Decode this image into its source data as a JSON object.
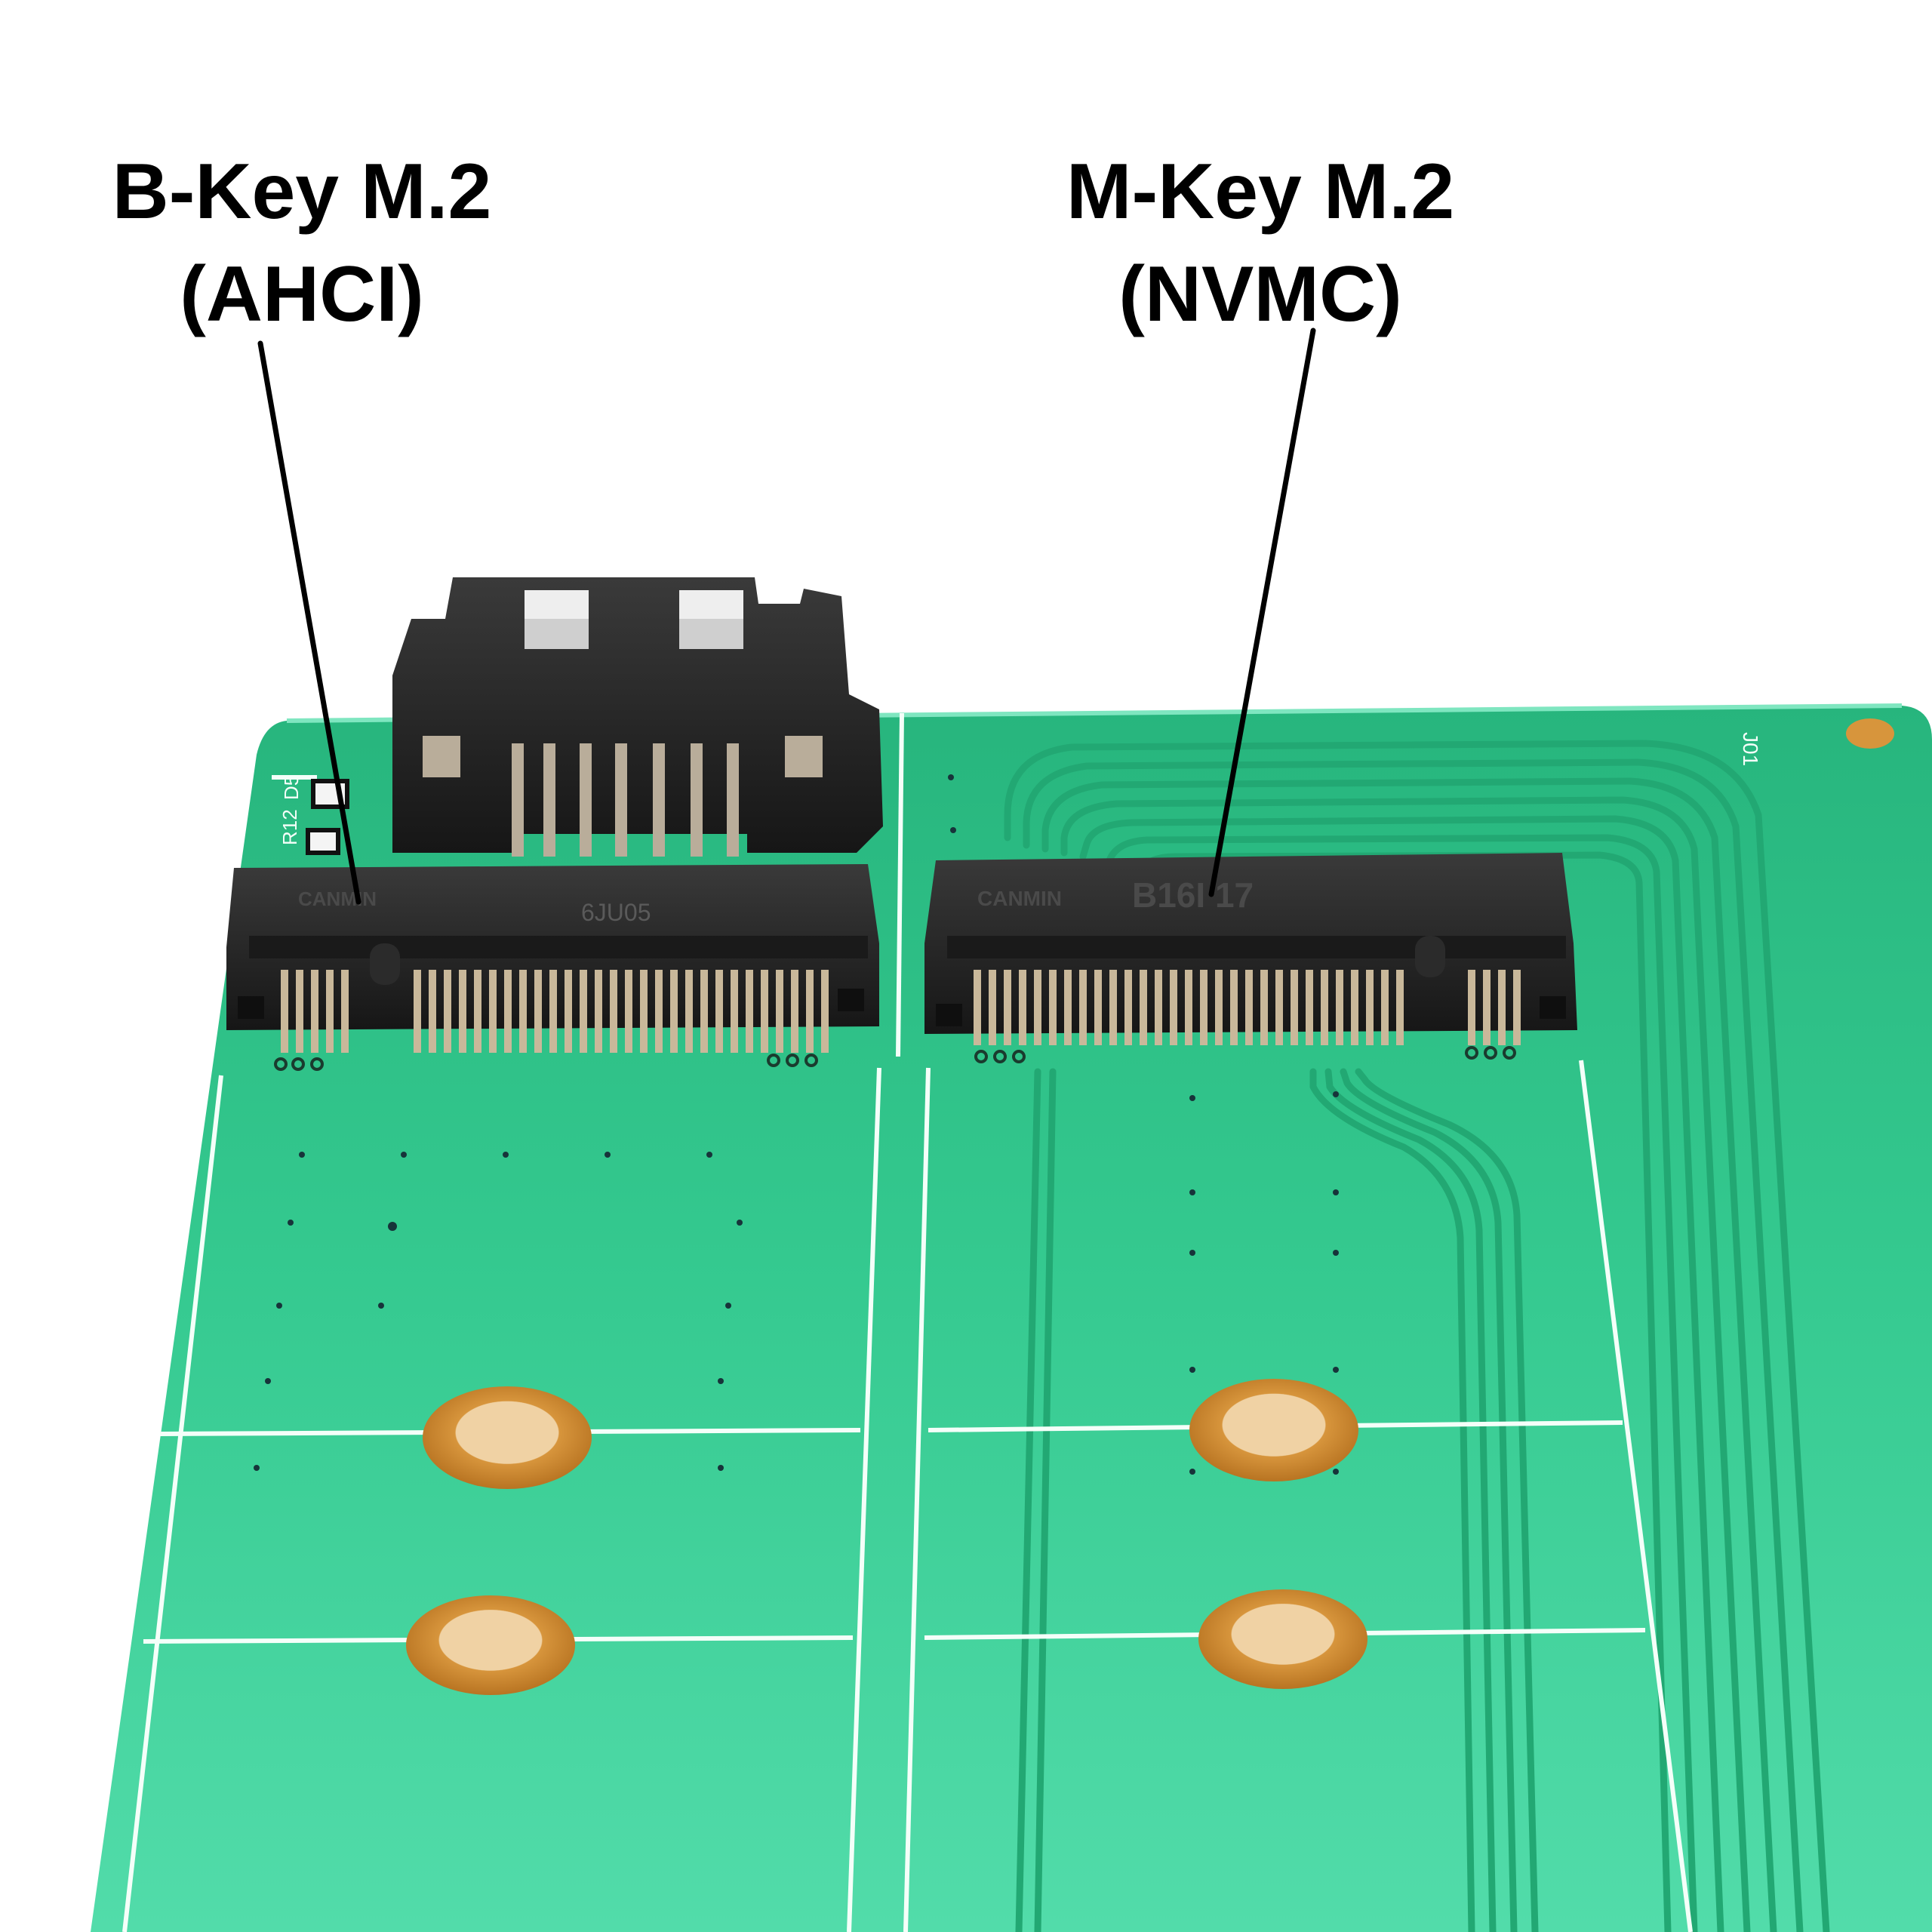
{
  "callouts": {
    "left": {
      "line1": "B-Key M.2",
      "line2": "(AHCI)"
    },
    "right": {
      "line1": "M-Key M.2",
      "line2": "(NVMC)"
    }
  },
  "silkscreen": {
    "left_connector_brand": "CANMIN",
    "left_connector_code": "6JU05",
    "right_connector_brand": "CANMIN",
    "right_connector_code": "B16I 17",
    "led_ref": "D5",
    "resistor_ref": "R12",
    "board_ref": "J01"
  },
  "colors": {
    "background": "#ffffff",
    "pcb_green": "#2fbf87",
    "pcb_green_light": "#4fd9a6",
    "trace_green": "#1fa56f",
    "silkscreen": "#f2fff8",
    "connector_black": "#2a2a2a",
    "gold": "#d08a2e",
    "label_text": "#000000"
  }
}
